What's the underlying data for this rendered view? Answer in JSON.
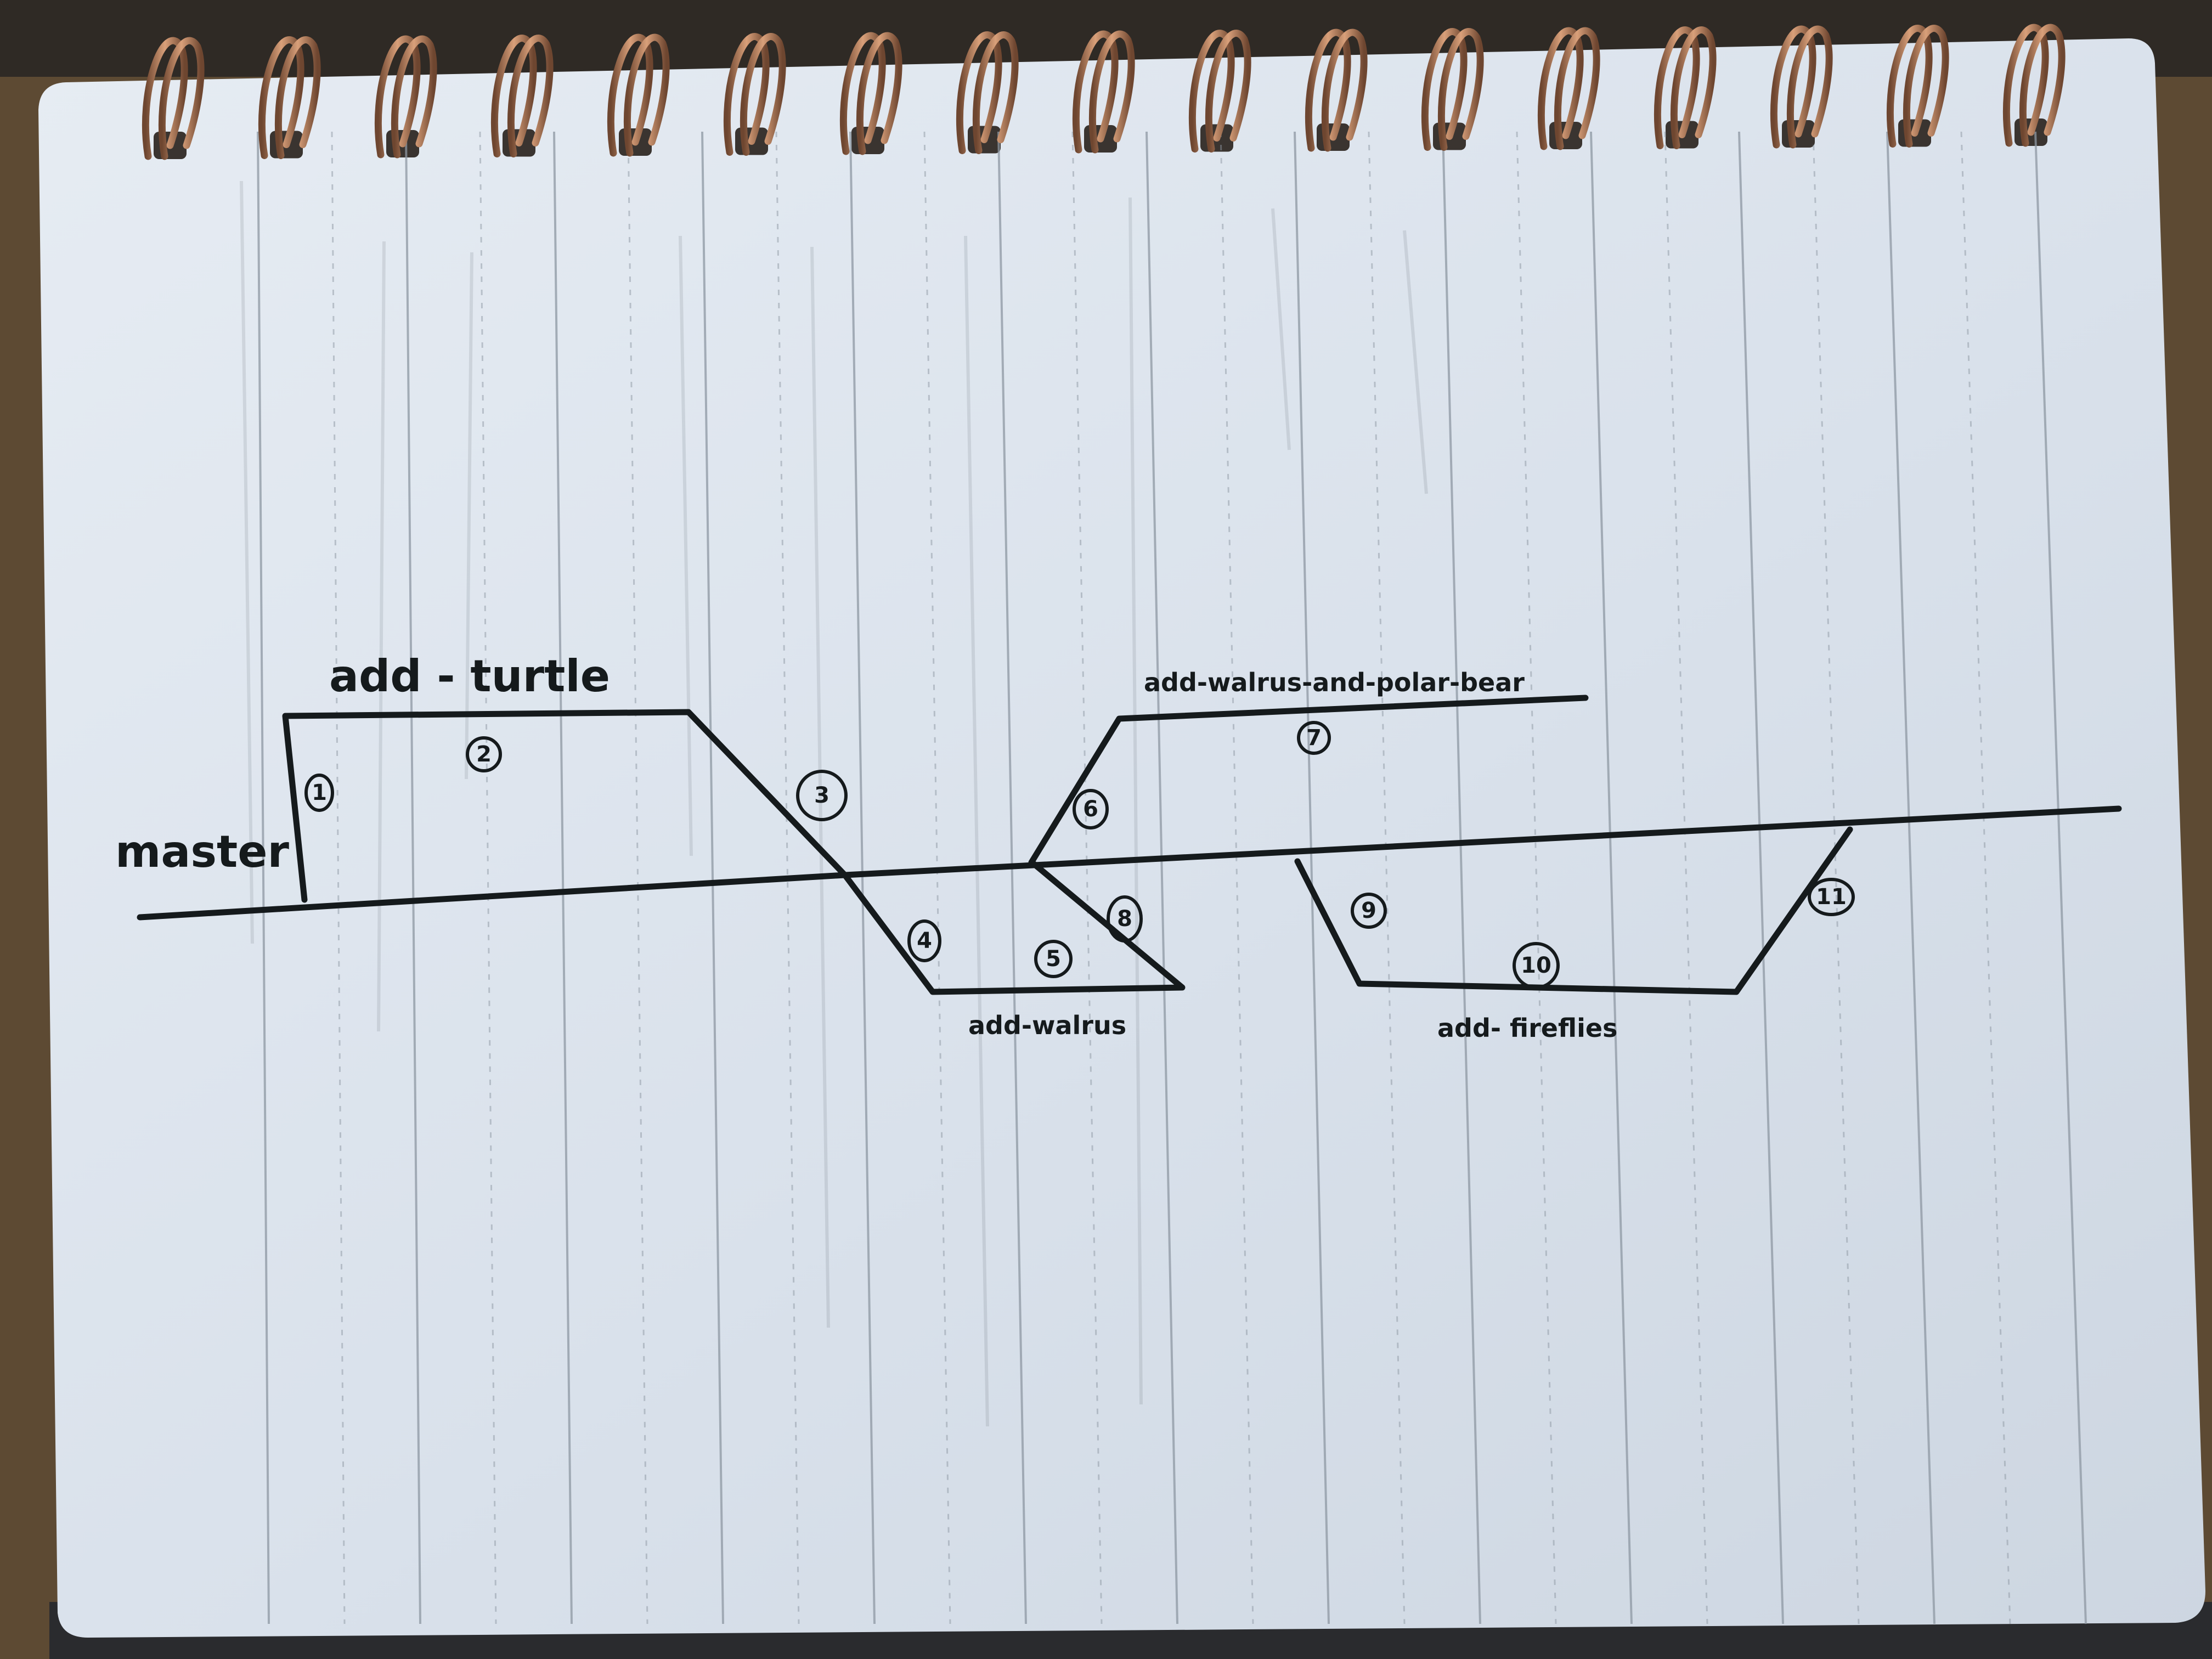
{
  "diagram": {
    "branches": [
      {
        "id": "master",
        "label": "master"
      },
      {
        "id": "add-turtle",
        "label": "add - turtle"
      },
      {
        "id": "add-walrus-and-polar-bear",
        "label": "add-walrus-and-polar-bear"
      },
      {
        "id": "add-walrus",
        "label": "add-walrus"
      },
      {
        "id": "add-fireflies",
        "label": "add- fireflies"
      }
    ],
    "commit_markers": [
      "1",
      "2",
      "3",
      "4",
      "5",
      "6",
      "7",
      "8",
      "9",
      "10",
      "11"
    ]
  },
  "colors": {
    "ink": "#151a1c",
    "paper": "#dfe6ef",
    "desk": "#5a4630",
    "rule_line": "#8e98a3",
    "spiral": "#b57a55"
  }
}
